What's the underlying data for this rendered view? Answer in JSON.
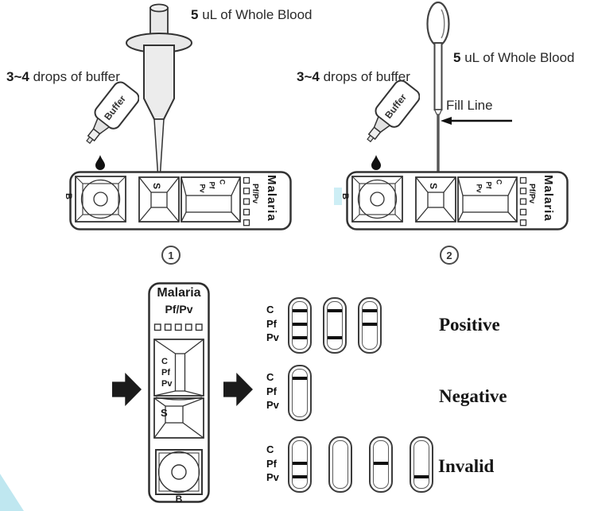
{
  "colors": {
    "ink": "#222222",
    "accent": "#bfe7f0"
  },
  "step1": {
    "number": "1",
    "blood_qty": "5",
    "blood_unit": "uL of Whole Blood",
    "buffer_qty": "3~4",
    "buffer_unit": "drops of buffer",
    "bottle_label": "Buffer"
  },
  "step2": {
    "number": "2",
    "blood_qty": "5",
    "blood_unit": "uL of Whole Blood",
    "buffer_qty": "3~4",
    "buffer_unit": "drops of buffer",
    "bottle_label": "Buffer",
    "fill_line_label": "Fill Line"
  },
  "cassette": {
    "brand": "Malaria",
    "type": "Pf/Pv",
    "sample_well_label": "S",
    "buffer_well_label": "B",
    "lines": [
      "C",
      "Pf",
      "Pv"
    ]
  },
  "results": {
    "rows": [
      {
        "label": "Positive",
        "strips": [
          [
            "C",
            "Pf",
            "Pv"
          ],
          [
            "C",
            "Pv"
          ],
          [
            "C",
            "Pf"
          ]
        ]
      },
      {
        "label": "Negative",
        "strips": [
          [
            "C"
          ]
        ]
      },
      {
        "label": "Invalid",
        "strips": [
          [
            "Pf",
            "Pv"
          ],
          [],
          [
            "Pf"
          ],
          [
            "Pv"
          ]
        ]
      }
    ]
  }
}
